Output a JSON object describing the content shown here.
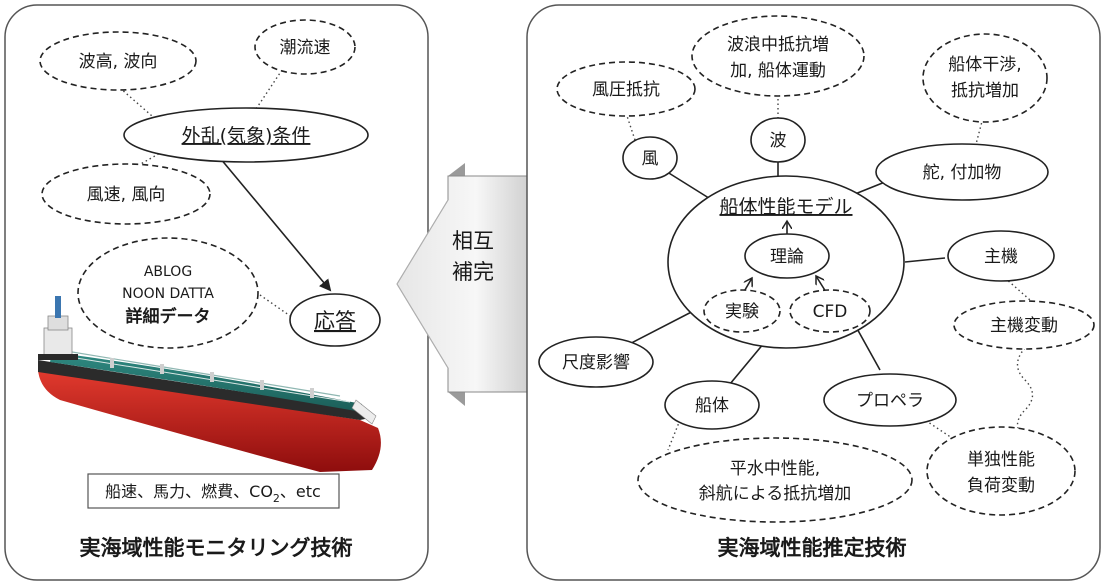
{
  "left_panel": {
    "title": "実海域性能モニタリング技術",
    "disturbance": "外乱(気象)条件",
    "wave_condition": "波高, 波向",
    "current_condition": "潮流速",
    "wind_condition": "風速, 風向",
    "data_source": {
      "line1": "ABLOG",
      "line2": "NOON DATTA",
      "line3": "詳細データ"
    },
    "response": "応答",
    "output_prefix": "船速、馬力、燃費、CO",
    "output_subscript": "2",
    "output_suffix": "、etc"
  },
  "center": {
    "line1": "相互",
    "line2": "補完"
  },
  "right_panel": {
    "title": "実海域性能推定技術",
    "model": "船体性能モデル",
    "theory": "理論",
    "experiment": "実験",
    "cfd": "CFD",
    "wind": "風",
    "wave": "波",
    "rudder": "舵, 付加物",
    "main_engine": "主機",
    "scale_effect": "尺度影響",
    "hull": "船体",
    "propeller": "プロペラ",
    "wind_resistance": "風圧抵抗",
    "wave_resistance": {
      "line1": "波浪中抵抗増",
      "line2": "加, 船体運動"
    },
    "hull_interference": {
      "line1": "船体干渉,",
      "line2": "抵抗増加"
    },
    "engine_fluctuation": "主機変動",
    "calm_water": {
      "line1": "平水中性能,",
      "line2": "斜航による抵抗増加"
    },
    "open_water": {
      "line1": "単独性能",
      "line2": "負荷変動"
    }
  }
}
